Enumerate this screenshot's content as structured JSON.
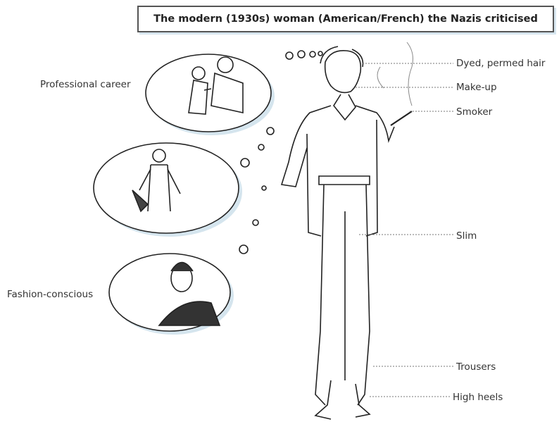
{
  "title": "The modern (1930s) woman (American/French) the Nazis criticised",
  "left_labels": {
    "professional": "Professional career",
    "fashion": "Fashion-conscious"
  },
  "right_labels": {
    "hair": "Dyed, permed hair",
    "makeup": "Make-up",
    "smoker": "Smoker",
    "slim": "Slim",
    "trousers": "Trousers",
    "heels": "High heels"
  }
}
